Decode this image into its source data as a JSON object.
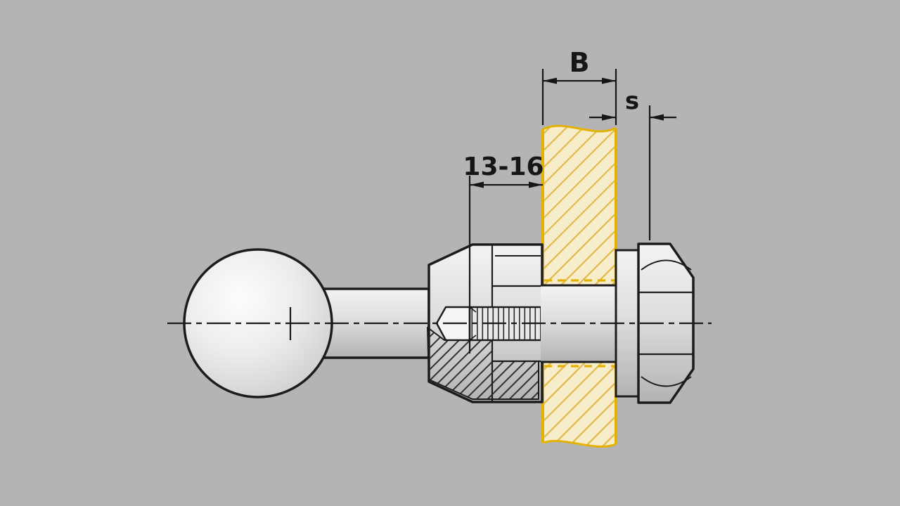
{
  "diagram": {
    "type": "technical-drawing",
    "subject": "ball-stud mounted through panel with washer and hex nut",
    "labels": {
      "b": "B",
      "s": "s",
      "range": "13-16"
    },
    "colors": {
      "background": "#b4b4b6",
      "line": "#1c1c1e",
      "dimension": "#161616",
      "panel_fill": "#f8edca",
      "panel_edge": "#e3b200",
      "metal_light": "#f3f3f4",
      "metal_dark": "#b3b3b5"
    }
  }
}
